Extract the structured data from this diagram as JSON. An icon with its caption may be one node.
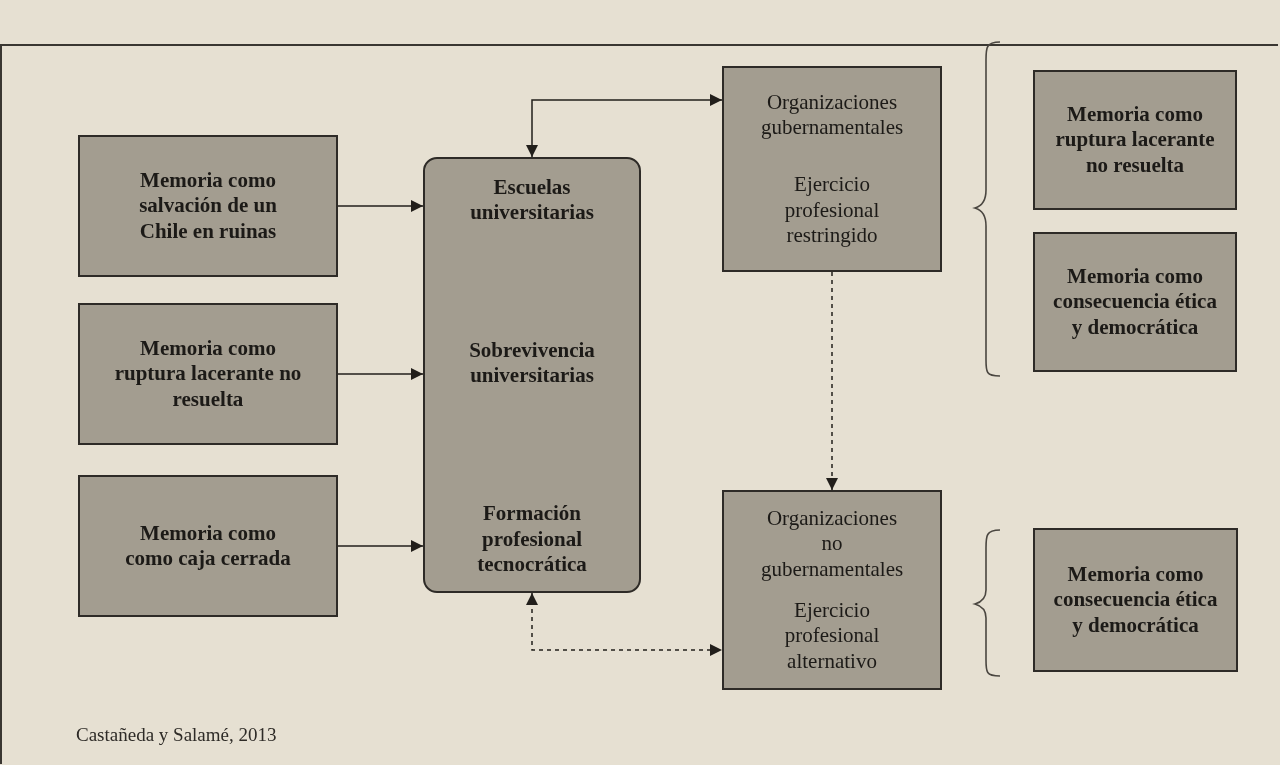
{
  "diagram": {
    "caption": "Castañeda y Salamé, 2013",
    "nodes": [
      {
        "text": [
          "Memoria como salvación de un Chile en ruinas"
        ]
      },
      {
        "text": [
          "Memoria como ruptura lacerante no resuelta"
        ]
      },
      {
        "text": [
          "Memoria como como caja cerrada"
        ]
      },
      {
        "text": [
          "Escuelas universitarias",
          "Sobrevivencia universitarias",
          "Formación profesional tecnocrática"
        ]
      },
      {
        "text": [
          "Organizaciones gubernamentales",
          "Ejercicio profesional restringido"
        ]
      },
      {
        "text": [
          "Organizaciones no gubernamentales",
          "Ejercicio profesional alternativo"
        ]
      },
      {
        "text": [
          "Memoria como ruptura lacerante no resuelta"
        ]
      },
      {
        "text": [
          "Memoria como consecuencia ética y democrática"
        ]
      },
      {
        "text": [
          "Memoria como consecuencia ética y democrática"
        ]
      }
    ],
    "edges": [
      {
        "from": 0,
        "to": 3,
        "arrow": "to"
      },
      {
        "from": 1,
        "to": 3,
        "arrow": "to"
      },
      {
        "from": 2,
        "to": 3,
        "arrow": "to"
      },
      {
        "from": 3,
        "to": 4,
        "arrow": "both"
      },
      {
        "from": 4,
        "to": 5,
        "arrow": "to",
        "style": "dashed"
      },
      {
        "from": 3,
        "to": 5,
        "arrow": "both",
        "style": "dashed"
      }
    ]
  }
}
